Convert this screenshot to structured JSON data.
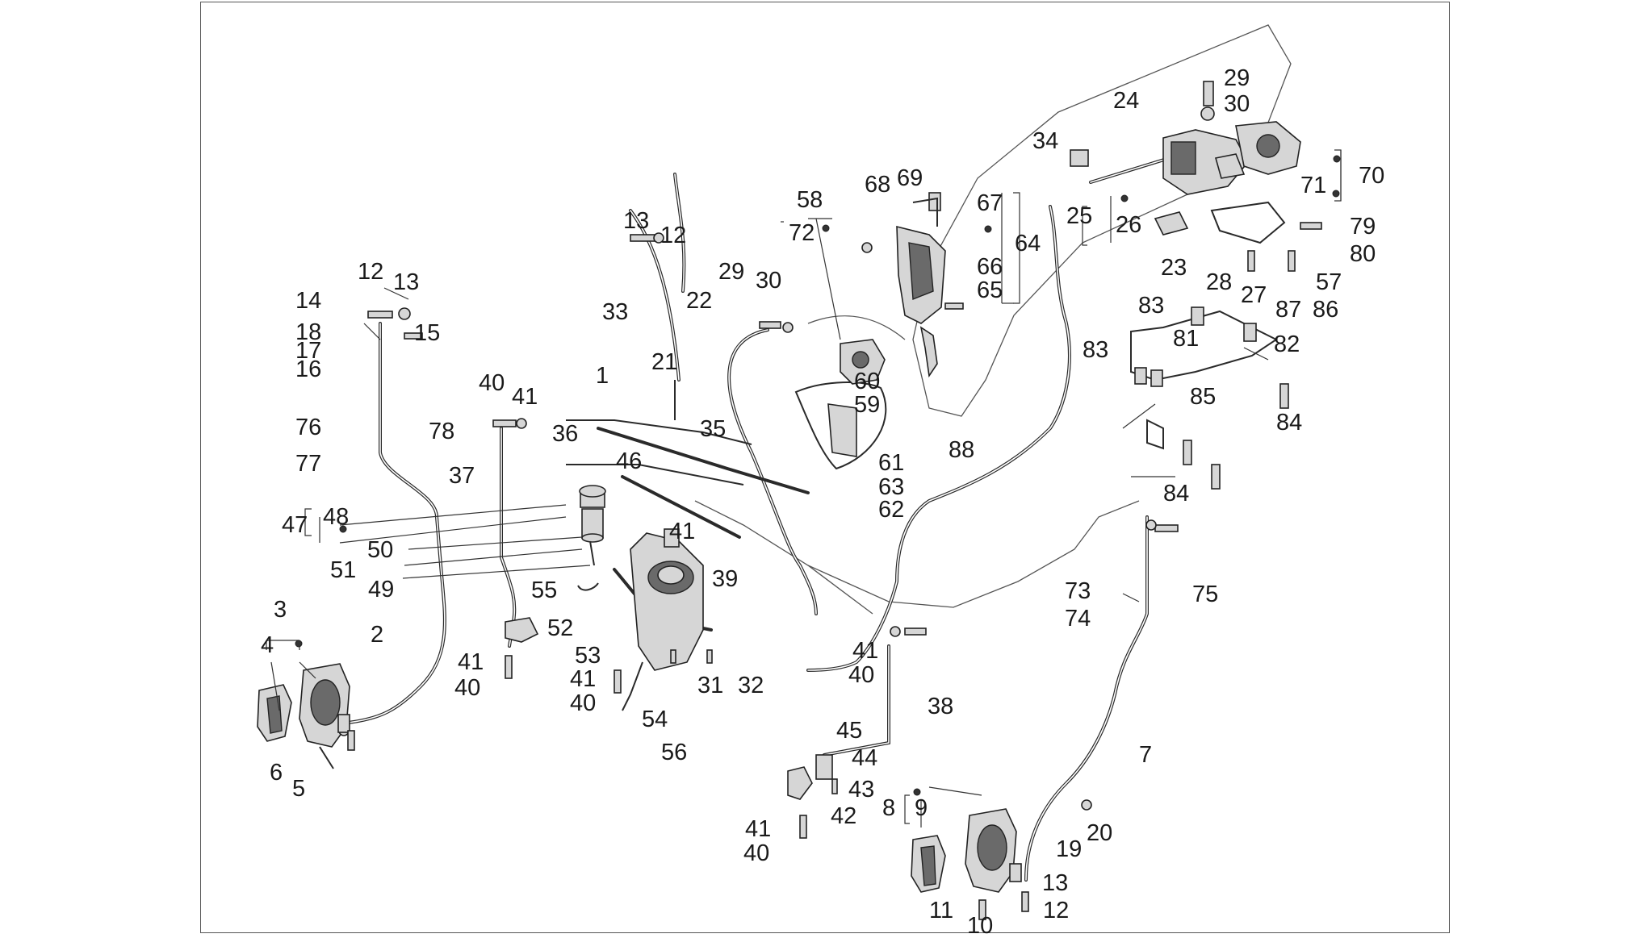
{
  "diagram": {
    "labels": [
      "1",
      "2",
      "3",
      "4",
      "5",
      "6",
      "7",
      "8",
      "9",
      "10",
      "11",
      "12",
      "13",
      "14",
      "15",
      "16",
      "17",
      "18",
      "19",
      "20",
      "21",
      "22",
      "23",
      "24",
      "25",
      "26",
      "27",
      "28",
      "29",
      "30",
      "31",
      "32",
      "33",
      "34",
      "35",
      "36",
      "37",
      "38",
      "39",
      "40",
      "41",
      "42",
      "43",
      "44",
      "45",
      "46",
      "47",
      "48",
      "49",
      "50",
      "51",
      "52",
      "53",
      "54",
      "55",
      "56",
      "57",
      "58",
      "59",
      "60",
      "61",
      "62",
      "63",
      "64",
      "65",
      "66",
      "67",
      "68",
      "69",
      "70",
      "71",
      "72",
      "73",
      "74",
      "75",
      "76",
      "77",
      "78",
      "79",
      "80",
      "81",
      "82",
      "83",
      "84",
      "85",
      "86",
      "87",
      "88"
    ]
  }
}
